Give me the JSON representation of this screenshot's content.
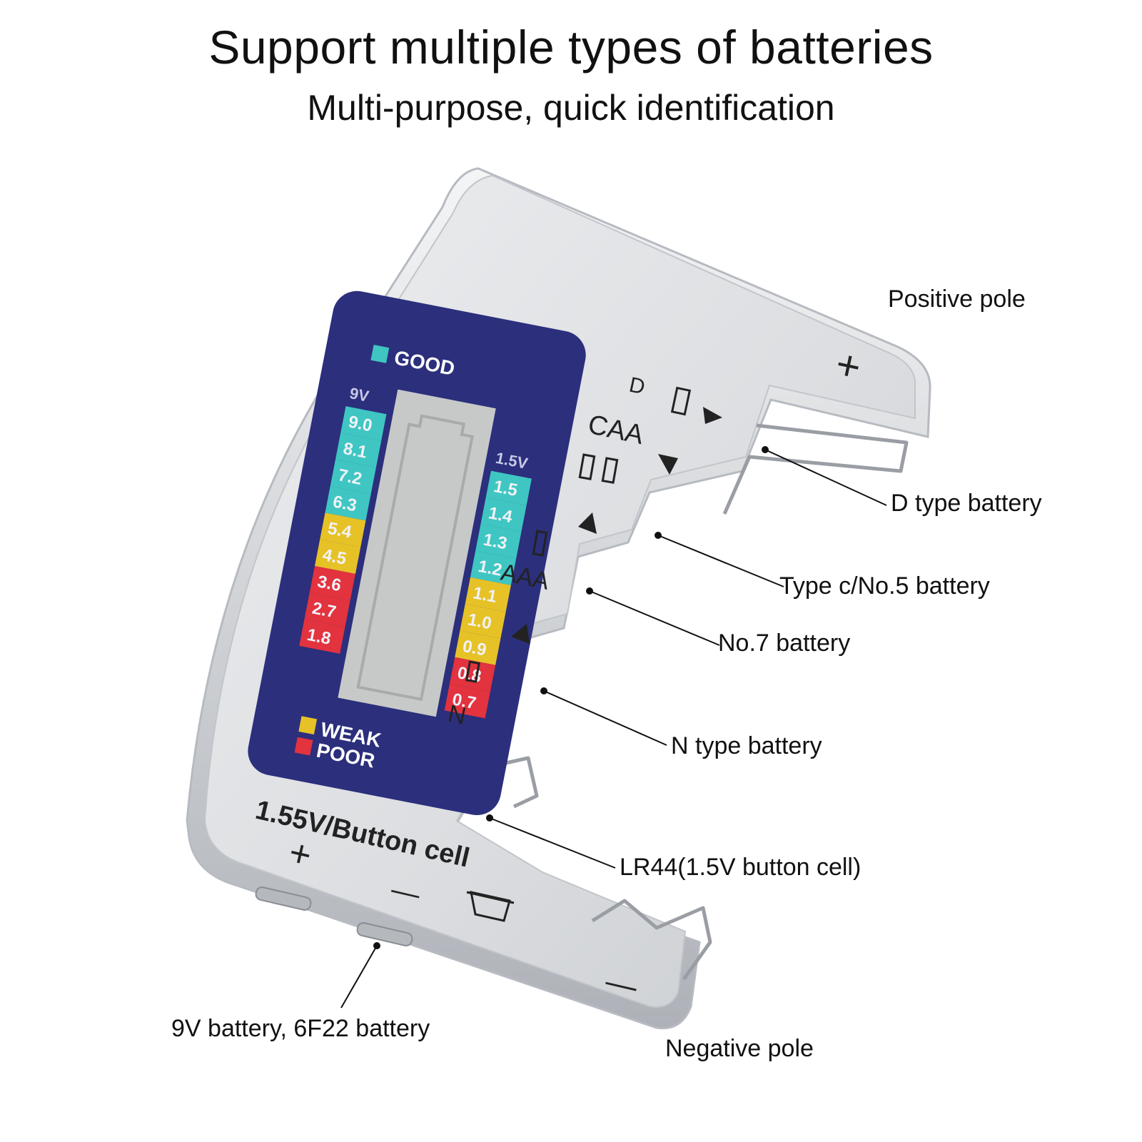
{
  "header": {
    "title": "Support multiple types of batteries",
    "subtitle": "Multi-purpose, quick identification"
  },
  "device": {
    "lcd": {
      "good": "GOOD",
      "weak": "WEAK",
      "poor": "POOR",
      "scale_9v_label": "9V",
      "scale_9v": [
        "9.0",
        "8.1",
        "7.2",
        "6.3",
        "5.4",
        "4.5",
        "3.6",
        "2.7",
        "1.8"
      ],
      "scale_15v_label": "1.5V",
      "scale_15v": [
        "1.5",
        "1.4",
        "1.3",
        "1.2",
        "1.1",
        "1.0",
        "0.9",
        "0.8",
        "0.7"
      ]
    },
    "slot_labels": {
      "d": "D",
      "caa": "CAA",
      "aaa": "AAA",
      "n": "N",
      "button_cell": "1.55V/Button cell",
      "plus": "+",
      "minus": "—"
    },
    "colors": {
      "lcd_panel": "#2b2f7c",
      "good": "#3fc6c2",
      "weak": "#e6c227",
      "poor": "#e2333f",
      "body": "#d7d9dc"
    }
  },
  "callouts": {
    "positive_pole": "Positive pole",
    "d_type": "D type battery",
    "type_c": "Type c/No.5 battery",
    "no7": "No.7 battery",
    "n_type": "N type battery",
    "lr44": "LR44(1.5V button cell)",
    "nine_volt": "9V battery, 6F22 battery",
    "negative_pole": "Negative pole"
  }
}
